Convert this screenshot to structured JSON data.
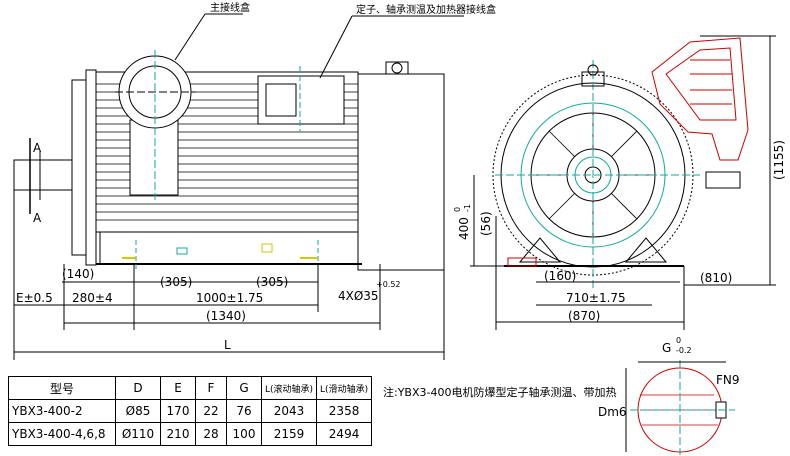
{
  "side_view": {
    "callouts": {
      "main_junction_box": "主接线盒",
      "aux_junction_box": "定子、轴承测温及加热器接线盒"
    },
    "section_marks": [
      "A",
      "A"
    ],
    "dimensions": {
      "d140": "(140)",
      "d305_left": "(305)",
      "d305_right": "(305)",
      "bolt": "4XØ35",
      "bolt_tol": "+0.52",
      "e_tol": "E±0.5",
      "d280": "280±4",
      "d1000": "1000±1.75",
      "d1340": "(1340)",
      "length": "L"
    }
  },
  "end_view": {
    "dimensions": {
      "d56": "(56)",
      "height": "400",
      "height_tol": "0",
      "height_tol_low": "-1",
      "d160": "(160)",
      "d710": "710±1.75",
      "d870": "(870)",
      "d810": "(810)",
      "d1155": "(1155)"
    }
  },
  "shaft_section": {
    "g": "G",
    "g_tol": "0",
    "g_tol_low": "-0.2",
    "fn": "FN9",
    "dm": "Dm6"
  },
  "note": "注:YBX3-400电机防爆型定子轴承测温、带加热",
  "table": {
    "headers": [
      "型号",
      "D",
      "E",
      "F",
      "G",
      "L(滚动轴承)",
      "L(滑动轴承)"
    ],
    "rows": [
      [
        "YBX3-400-2",
        "Ø85",
        "170",
        "22",
        "76",
        "2043",
        "2358"
      ],
      [
        "YBX3-400-4,6,8",
        "Ø110",
        "210",
        "28",
        "100",
        "2159",
        "2494"
      ]
    ]
  }
}
